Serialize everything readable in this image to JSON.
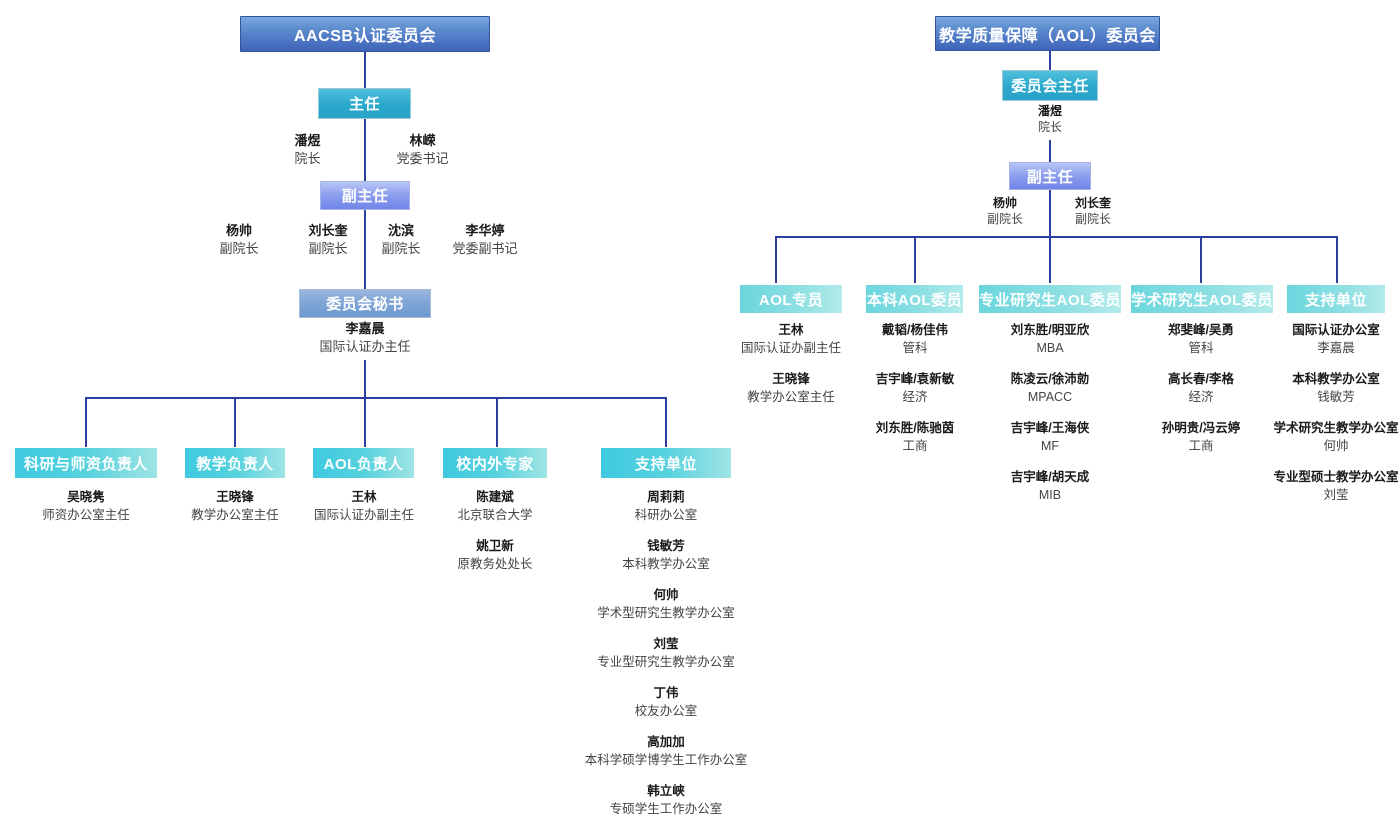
{
  "left_chart": {
    "title": "AACSB认证委员会",
    "director_box": "主任",
    "directors": [
      {
        "name": "潘煜",
        "role": "院长"
      },
      {
        "name": "林嵘",
        "role": "党委书记"
      }
    ],
    "deputy_box": "副主任",
    "deputies": [
      {
        "name": "杨帅",
        "role": "副院长"
      },
      {
        "name": "刘长奎",
        "role": "副院长"
      },
      {
        "name": "沈滨",
        "role": "副院长"
      },
      {
        "name": "李华婷",
        "role": "党委副书记"
      }
    ],
    "secretary_box": "委员会秘书",
    "secretary": {
      "name": "李嘉晨",
      "role": "国际认证办主任"
    },
    "columns": [
      {
        "box": "科研与师资负责人",
        "members": [
          {
            "name": "吴晓隽",
            "role": "师资办公室主任"
          }
        ]
      },
      {
        "box": "教学负责人",
        "members": [
          {
            "name": "王晓锋",
            "role": "教学办公室主任"
          }
        ]
      },
      {
        "box": "AOL负责人",
        "members": [
          {
            "name": "王林",
            "role": "国际认证办副主任"
          }
        ]
      },
      {
        "box": "校内外专家",
        "members": [
          {
            "name": "陈建斌",
            "role": "北京联合大学"
          },
          {
            "name": "姚卫新",
            "role": "原教务处处长"
          }
        ]
      },
      {
        "box": "支持单位",
        "members": [
          {
            "name": "周莉莉",
            "role": "科研办公室"
          },
          {
            "name": "钱敏芳",
            "role": "本科教学办公室"
          },
          {
            "name": "何帅",
            "role": "学术型研究生教学办公室"
          },
          {
            "name": "刘莹",
            "role": "专业型研究生教学办公室"
          },
          {
            "name": "丁伟",
            "role": "校友办公室"
          },
          {
            "name": "高加加",
            "role": "本科学硕学博学生工作办公室"
          },
          {
            "name": "韩立峡",
            "role": "专硕学生工作办公室"
          }
        ]
      }
    ]
  },
  "right_chart": {
    "title": "教学质量保障（AOL）委员会",
    "director_box": "委员会主任",
    "director": {
      "name": "潘煜",
      "role": "院长"
    },
    "deputy_box": "副主任",
    "deputies": [
      {
        "name": "杨帅",
        "role": "副院长"
      },
      {
        "name": "刘长奎",
        "role": "副院长"
      }
    ],
    "columns": [
      {
        "box": "AOL专员",
        "members": [
          {
            "name": "王林",
            "role": "国际认证办副主任"
          },
          {
            "name": "王晓锋",
            "role": "教学办公室主任"
          }
        ]
      },
      {
        "box": "本科AOL委员",
        "members": [
          {
            "name": "戴韬/杨佳伟",
            "role": "管科"
          },
          {
            "name": "吉宇峰/袁新敏",
            "role": "经济"
          },
          {
            "name": "刘东胜/陈驰茵",
            "role": "工商"
          }
        ]
      },
      {
        "box": "专业研究生AOL委员",
        "members": [
          {
            "name": "刘东胜/明亚欣",
            "role": "MBA"
          },
          {
            "name": "陈凌云/徐沛勍",
            "role": "MPACC"
          },
          {
            "name": "吉宇峰/王海侠",
            "role": "MF"
          },
          {
            "name": "吉宇峰/胡天成",
            "role": "MIB"
          }
        ]
      },
      {
        "box": "学术研究生AOL委员",
        "members": [
          {
            "name": "郑斐峰/吴勇",
            "role": "管科"
          },
          {
            "name": "高长春/李格",
            "role": "经济"
          },
          {
            "name": "孙明贵/冯云婷",
            "role": "工商"
          }
        ]
      },
      {
        "box": "支持单位",
        "members": [
          {
            "name": "国际认证办公室",
            "role": "李嘉晨"
          },
          {
            "name": "本科教学办公室",
            "role": "钱敏芳"
          },
          {
            "name": "学术研究生教学办公室",
            "role": "何帅"
          },
          {
            "name": "专业型硕士教学办公室",
            "role": "刘莹"
          }
        ]
      }
    ]
  },
  "colors": {
    "title_blue": "#3f63b9",
    "teal_dark": "#2ba8cd",
    "periwinkle": "#6f84e8",
    "steel": "#7da4d4",
    "teal_light": "#7fd6dd",
    "line": "#2d3f9e"
  }
}
